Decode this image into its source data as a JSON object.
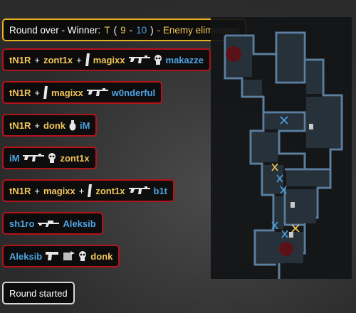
{
  "summary": {
    "prefix": "Round over - Winner: ",
    "winner_side": "T",
    "open": " (",
    "score_t": "9",
    "dash": " - ",
    "score_ct": "10",
    "close": ")",
    "reason": " - Enemy eliminated"
  },
  "kills": [
    {
      "parts": [
        {
          "text": "tN1R",
          "side": "t"
        },
        {
          "text": "+",
          "side": "w"
        },
        {
          "text": "zont1x",
          "side": "t"
        },
        {
          "text": "+",
          "side": "w"
        },
        {
          "icon": "flashbang-icon"
        },
        {
          "text": "magixx",
          "side": "t"
        },
        {
          "icon": "rifle-icon"
        },
        {
          "icon": "headshot-icon"
        },
        {
          "text": "makazze",
          "side": "ct"
        }
      ]
    },
    {
      "parts": [
        {
          "text": "tN1R",
          "side": "t"
        },
        {
          "text": "+",
          "side": "w"
        },
        {
          "icon": "flashbang-icon"
        },
        {
          "text": "magixx",
          "side": "t"
        },
        {
          "icon": "rifle-icon"
        },
        {
          "text": "w0nderful",
          "side": "ct"
        }
      ]
    },
    {
      "parts": [
        {
          "text": "tN1R",
          "side": "t"
        },
        {
          "text": "+",
          "side": "w"
        },
        {
          "text": "donk",
          "side": "t"
        },
        {
          "icon": "grenade-icon"
        },
        {
          "text": "iM",
          "side": "ct"
        }
      ]
    },
    {
      "parts": [
        {
          "text": "iM",
          "side": "ct"
        },
        {
          "icon": "rifle-icon"
        },
        {
          "icon": "headshot-icon"
        },
        {
          "text": "zont1x",
          "side": "t"
        }
      ]
    },
    {
      "parts": [
        {
          "text": "tN1R",
          "side": "t"
        },
        {
          "text": "+",
          "side": "w"
        },
        {
          "text": "magixx",
          "side": "t"
        },
        {
          "text": "+",
          "side": "w"
        },
        {
          "icon": "flashbang-icon"
        },
        {
          "text": "zont1x",
          "side": "t"
        },
        {
          "icon": "rifle-icon"
        },
        {
          "text": "b1t",
          "side": "ct"
        }
      ]
    },
    {
      "parts": [
        {
          "text": "sh1ro",
          "side": "ct"
        },
        {
          "icon": "sniper-icon"
        },
        {
          "text": "Aleksib",
          "side": "ct"
        }
      ]
    },
    {
      "parts": [
        {
          "text": "Aleksib",
          "side": "ct"
        },
        {
          "icon": "pistol-icon"
        },
        {
          "icon": "wallbang-icon"
        },
        {
          "icon": "headshot-icon"
        },
        {
          "text": "donk",
          "side": "t"
        }
      ]
    }
  ],
  "round_started": "Round started",
  "colors": {
    "t": "#f2c65a",
    "ct": "#4ea3e2",
    "kill_border": "#b3141a",
    "summary_border": "#e8b21e"
  }
}
